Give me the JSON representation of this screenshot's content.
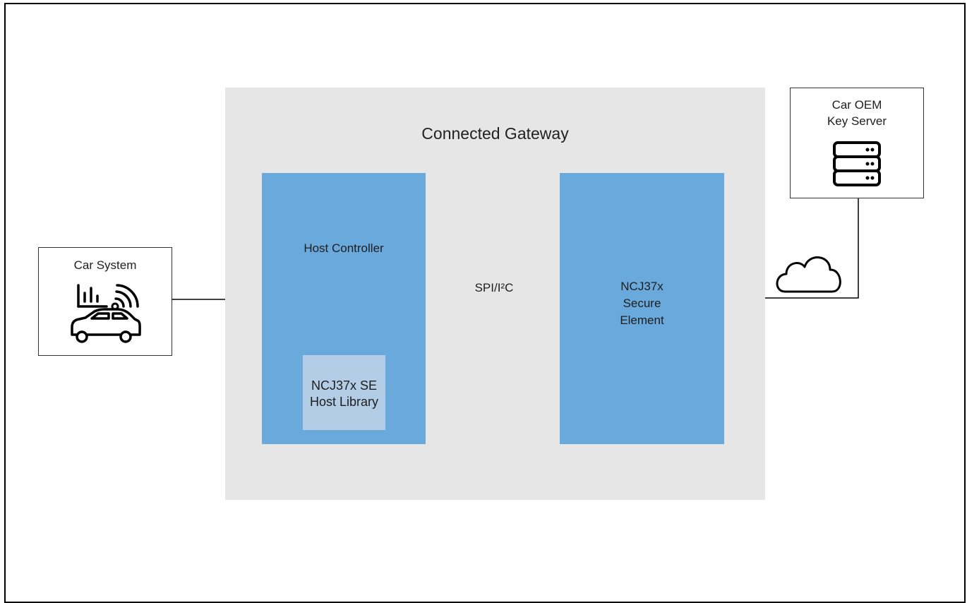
{
  "gateway": {
    "title": "Connected Gateway"
  },
  "host_controller": {
    "label": "Host Controller",
    "library_label": "NCJ37x SE\nHost Library"
  },
  "secure_element": {
    "label": "NCJ37x\nSecure\nElement"
  },
  "bus": {
    "label": "SPI/I²C"
  },
  "car_system": {
    "label": "Car System",
    "icon": "connected-car-icon"
  },
  "key_server": {
    "label": "Car OEM\nKey Server",
    "icon": "server-rack-icon"
  },
  "cloud": {
    "icon": "cloud-icon"
  },
  "colors": {
    "gateway_bg": "#e6e6e6",
    "block_blue": "#6aa9dc",
    "library_blue": "#b3cde6",
    "line": "#000000"
  }
}
